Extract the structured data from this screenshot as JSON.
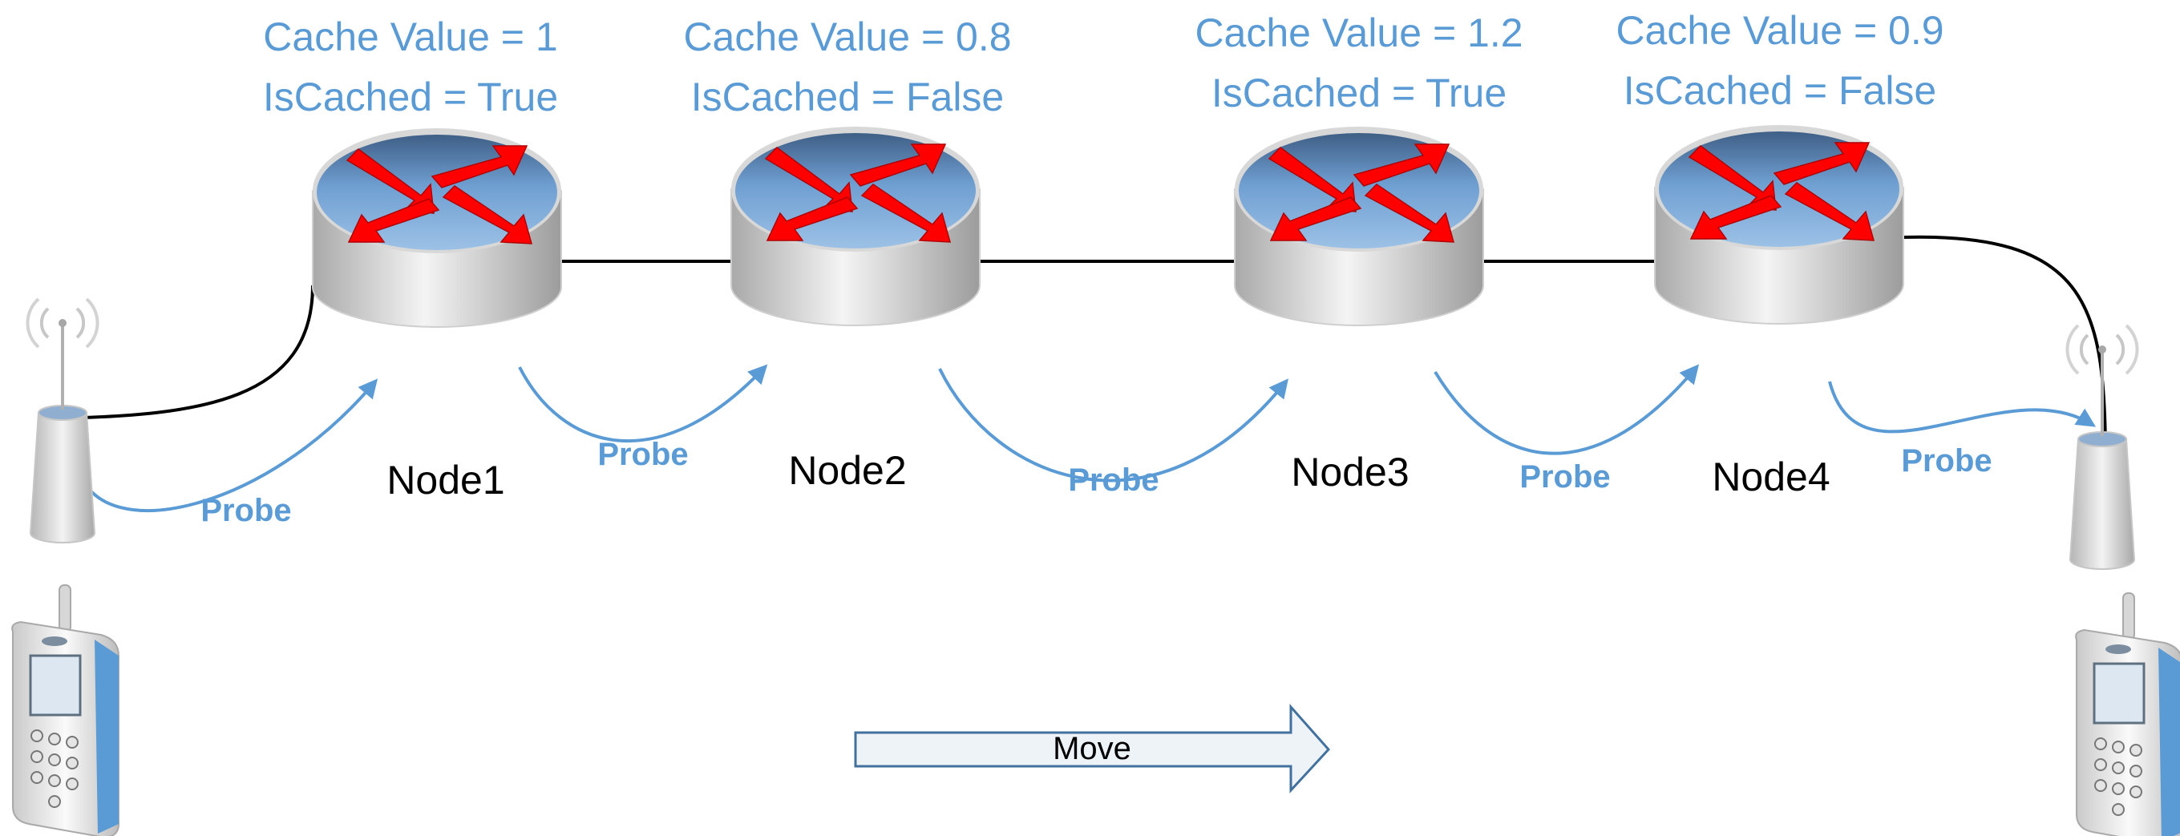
{
  "colors": {
    "accent": "#5b9bd5",
    "router_arrow": "#ff0000",
    "link": "#000000"
  },
  "nodes": [
    {
      "name": "Node1",
      "cache_value": "Cache Value = 1",
      "is_cached": "IsCached = True"
    },
    {
      "name": "Node2",
      "cache_value": "Cache Value = 0.8",
      "is_cached": "IsCached = False"
    },
    {
      "name": "Node3",
      "cache_value": "Cache Value = 1.2",
      "is_cached": "IsCached = True"
    },
    {
      "name": "Node4",
      "cache_value": "Cache Value = 0.9",
      "is_cached": "IsCached = False"
    }
  ],
  "probe_label": "Probe",
  "move_label": "Move",
  "icons": {
    "router": "router-icon",
    "access_point": "wireless-access-point-icon",
    "phone": "mobile-phone-icon",
    "arrow": "move-arrow-icon"
  }
}
